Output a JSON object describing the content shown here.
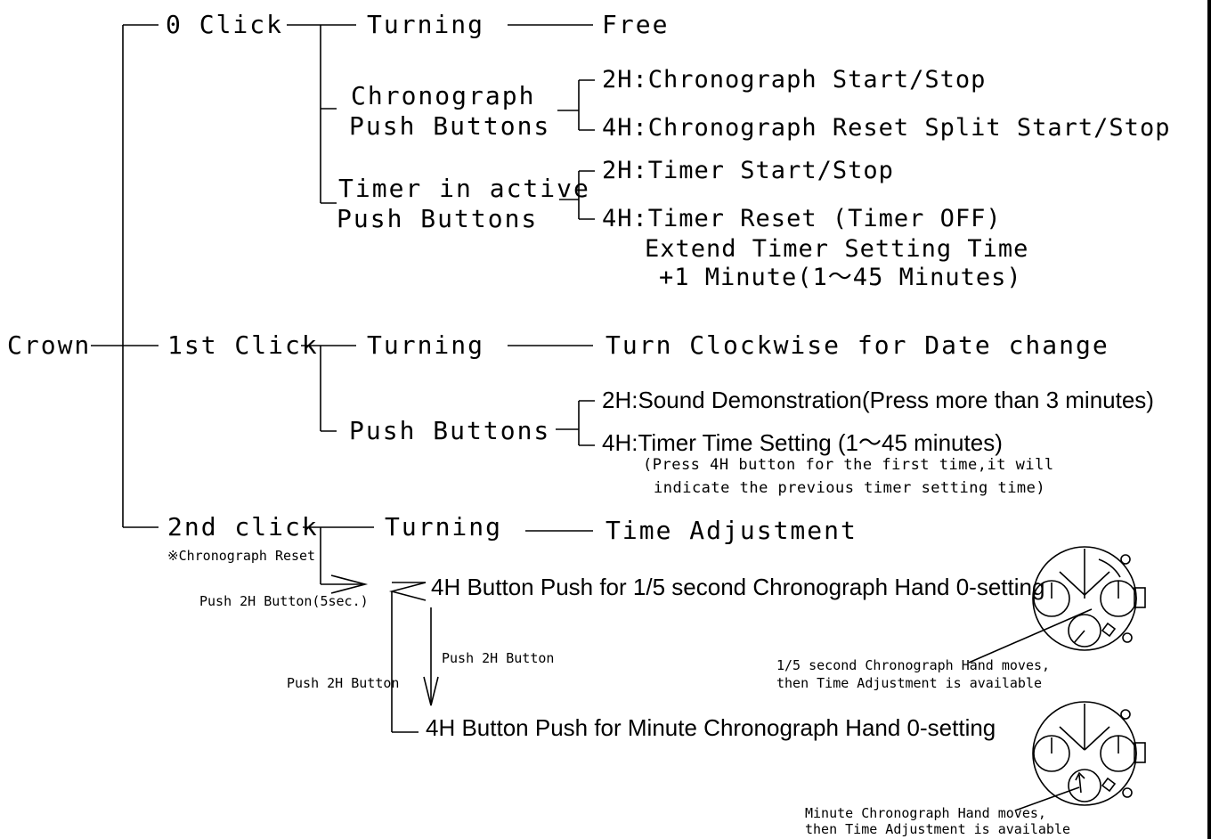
{
  "root": "Crown",
  "branches": {
    "click0": {
      "label": "0 Click",
      "turning": {
        "label": "Turning",
        "result": "Free"
      },
      "chrono": {
        "label1": "Chronograph",
        "label2": "Push Buttons",
        "items": [
          "2H:Chronograph Start/Stop",
          "4H:Chronograph Reset  Split Start/Stop"
        ]
      },
      "timer": {
        "label1": "Timer in active",
        "label2": "Push Buttons",
        "items": [
          "2H:Timer Start/Stop",
          "4H:Timer Reset  (Timer OFF)"
        ],
        "extend1": "Extend Timer Setting Time",
        "extend2": "+1 Minute(1～45 Minutes)"
      }
    },
    "click1": {
      "label": "1st Click",
      "turning": {
        "label": "Turning",
        "result": "Turn Clockwise for Date change"
      },
      "push": {
        "label": "Push Buttons",
        "items": [
          "2H:Sound Demonstration(Press more than 3 minutes)",
          "4H:Timer Time Setting (1～45 minutes)"
        ],
        "note1": "(Press 4H button for the first time,it will",
        "note2": "indicate the previous timer setting time)"
      }
    },
    "click2": {
      "label": "2nd click",
      "note": "※Chronograph Reset",
      "turning": {
        "label": "Turning",
        "result": "Time Adjustment"
      },
      "push_5sec": "Push 2H Button(5sec.)",
      "step1": "4H Button Push for 1/5 second Chronograph Hand 0-setting",
      "push_down": "Push 2H Button",
      "push_back": "Push 2H Button",
      "step2": "4H Button Push for Minute Chronograph Hand 0-setting"
    }
  },
  "callouts": {
    "watch1_line1": "1/5 second Chronograph Hand moves,",
    "watch1_line2": "then Time Adjustment is available",
    "watch2_line1": "Minute Chronograph Hand moves,",
    "watch2_line2": "then Time Adjustment is available"
  }
}
